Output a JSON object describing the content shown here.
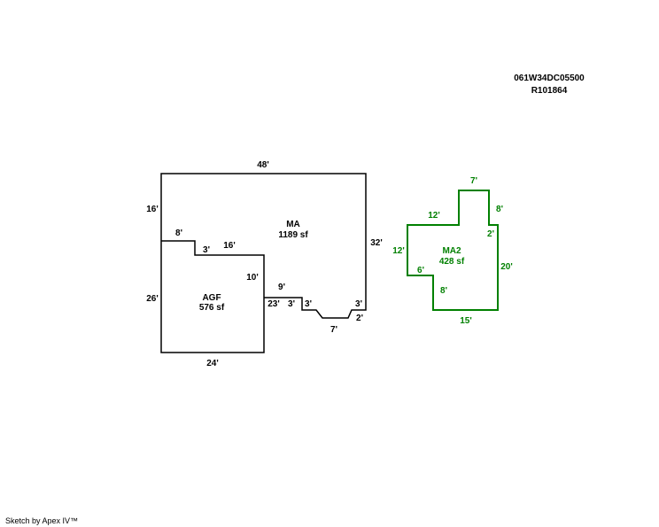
{
  "header": {
    "parcel_id": "061W34DC05500",
    "account_id": "R101864"
  },
  "areas": [
    {
      "name": "MA",
      "area": "1189 sf",
      "color": "#000000",
      "dims": {
        "top": "48'",
        "left_upper": "16'",
        "step_a": "8'",
        "step_b": "3'",
        "step_c": "16'",
        "step_d": "10'",
        "step_e": "9'",
        "step_f": "23'",
        "step_g": "3'",
        "step_h": "3'",
        "bottom": "7'",
        "step_i": "2'",
        "step_j": "3'",
        "right": "32'"
      }
    },
    {
      "name": "AGF",
      "area": "576 sf",
      "color": "#000000",
      "dims": {
        "left": "26'",
        "bottom": "24'"
      }
    },
    {
      "name": "MA2",
      "area": "428 sf",
      "color": "#008000",
      "dims": {
        "top": "7'",
        "upper_left": "12'",
        "upper_right": "8'",
        "step": "2'",
        "left": "12'",
        "inner": "6'",
        "lower_left": "8'",
        "right": "20'",
        "bottom": "15'"
      }
    }
  ],
  "footer": "Sketch by Apex IV™"
}
